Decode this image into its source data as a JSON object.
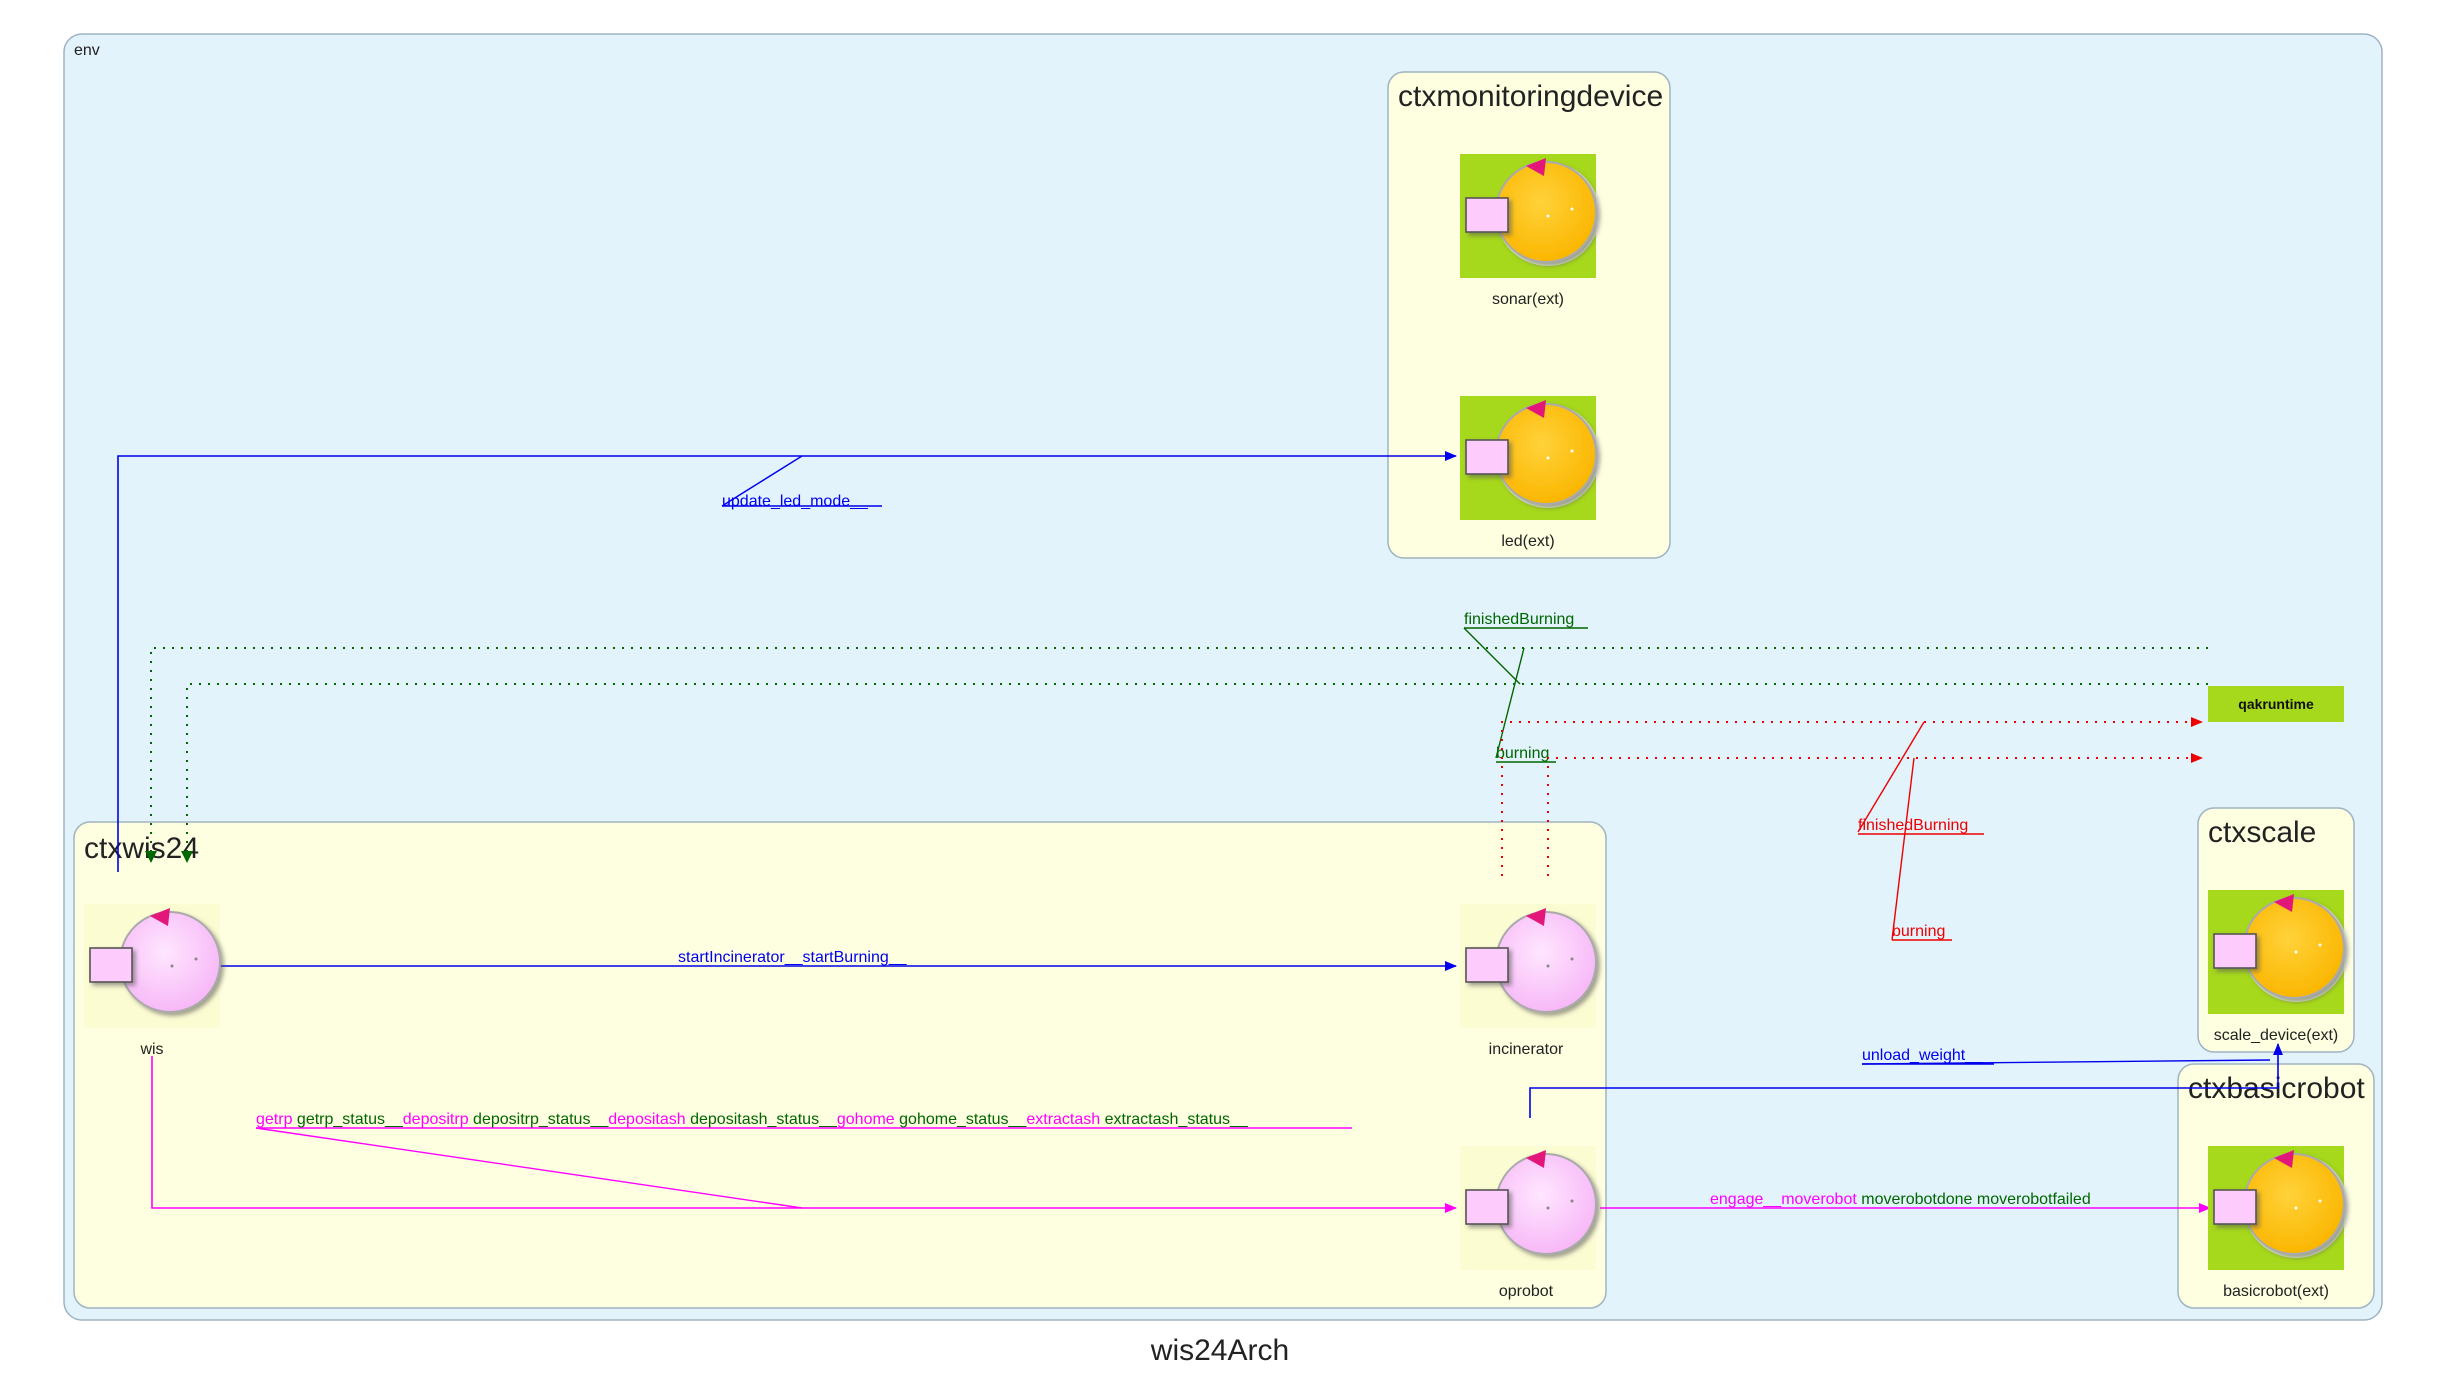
{
  "diagram_title": "wis24Arch",
  "colors": {
    "env_bg": "#e2f3fb",
    "ctx_bg": "#fefee0",
    "actor_pink": "#fdccfd",
    "actor_orange": "#fdc00f",
    "ext_green": "#a6d81b",
    "arrow_pink": "#e3167a",
    "blue": "#0000ee",
    "magenta": "#ff00ff",
    "green": "#006600",
    "red": "#ee0000"
  },
  "containers": {
    "env": "env",
    "ctxmonitoringdevice": "ctxmonitoringdevice",
    "ctxwis24": "ctxwis24",
    "ctxscale": "ctxscale",
    "ctxbasicrobot": "ctxbasicrobot"
  },
  "actors": {
    "sonar": "sonar(ext)",
    "led": "led(ext)",
    "wis": "wis",
    "incinerator": "incinerator",
    "oprobot": "oprobot",
    "scale_device": "scale_device(ext)",
    "basicrobot": "basicrobot(ext)",
    "qakruntime": "qakruntime"
  },
  "edges": {
    "update_led_mode": "update_led_mode__",
    "finished_burning_green": "finishedBurning",
    "burning_green": "burning",
    "finished_burning_red": "finishedBurning",
    "burning_red": "burning",
    "start_incinerator": "startIncinerator__startBurning__",
    "unload_weight": "unload_weight__",
    "oprobot_to_basicrobot": [
      {
        "text": "engage__moverobot ",
        "color": "magenta"
      },
      {
        "text": "moverobotdone moverobotfailed",
        "color": "green"
      }
    ],
    "wis_to_oprobot": [
      {
        "text": "getrp ",
        "color": "magenta"
      },
      {
        "text": "getrp_status__",
        "color": "green"
      },
      {
        "text": "depositrp ",
        "color": "magenta"
      },
      {
        "text": "depositrp_status__",
        "color": "green"
      },
      {
        "text": "depositash ",
        "color": "magenta"
      },
      {
        "text": "depositash_status__",
        "color": "green"
      },
      {
        "text": "gohome ",
        "color": "magenta"
      },
      {
        "text": "gohome_status__",
        "color": "green"
      },
      {
        "text": "extractash ",
        "color": "magenta"
      },
      {
        "text": "extractash_status__",
        "color": "green"
      }
    ]
  }
}
